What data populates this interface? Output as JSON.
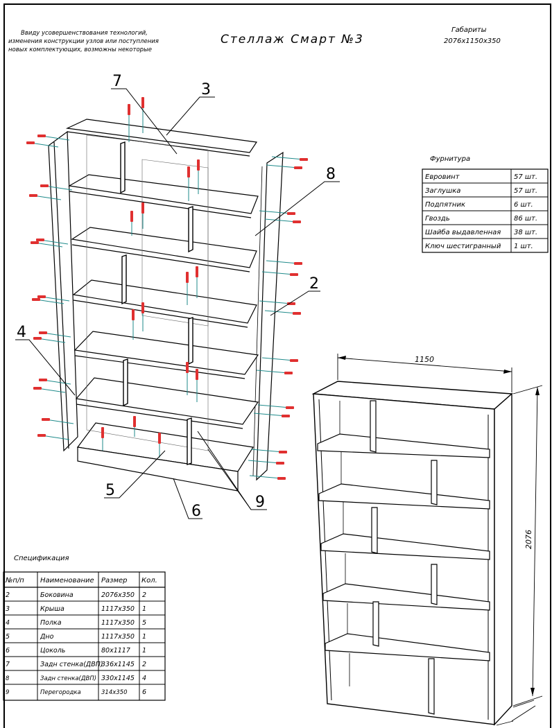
{
  "header": {
    "note_lines": [
      "Ввиду усовершенствования технологий,",
      "изменения конструкции узлов или поступления",
      "новых комплектующих, возможны некоторые"
    ],
    "title": "Стеллаж Смарт №3",
    "dims_label": "Габариты",
    "dims_value": "2076x1150x350"
  },
  "callouts": [
    "7",
    "3",
    "8",
    "2",
    "4",
    "5",
    "6",
    "9"
  ],
  "hardware": {
    "title": "Фурнитура",
    "rows": [
      {
        "name": "Евровинт",
        "qty": "57 шт."
      },
      {
        "name": "Заглушка",
        "qty": "57 шт."
      },
      {
        "name": "Подпятник",
        "qty": "6 шт."
      },
      {
        "name": "Гвоздь",
        "qty": "86 шт."
      },
      {
        "name": "Шайба выдавленная",
        "qty": "38 шт."
      },
      {
        "name": "Ключ шестигранный",
        "qty": "1 шт."
      }
    ]
  },
  "dimensions": {
    "width": "1150",
    "height": "2076"
  },
  "spec": {
    "title": "Спецификация",
    "headers": [
      "№п/п",
      "Наименование",
      "Размер",
      "Кол."
    ],
    "rows": [
      [
        "2",
        "Боковина",
        "2076x350",
        "2"
      ],
      [
        "3",
        "Крыша",
        "1117x350",
        "1"
      ],
      [
        "4",
        "Полка",
        "1117x350",
        "5"
      ],
      [
        "5",
        "Дно",
        "1117x350",
        "1"
      ],
      [
        "6",
        "Цоколь",
        "80x1117",
        "1"
      ],
      [
        "7",
        "Задн стенка(ДВП)",
        "336x1145",
        "2"
      ],
      [
        "8",
        "Задн стенка(ДВП)",
        "330x1145",
        "4"
      ],
      [
        "9",
        "Перегородка",
        "314x350",
        "6"
      ]
    ]
  },
  "colors": {
    "line": "#000000",
    "screw": "#e03030",
    "fastener": "#1e8a8a"
  }
}
